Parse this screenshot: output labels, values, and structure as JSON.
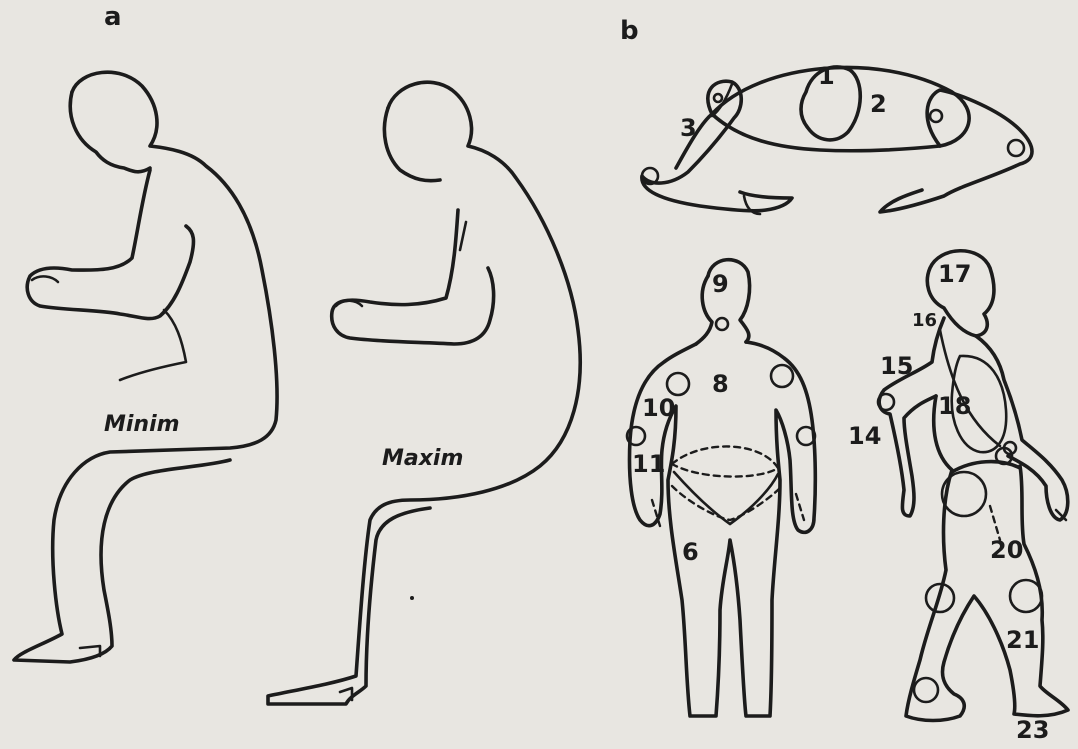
{
  "panels": {
    "a": "a",
    "b": "b"
  },
  "captions": {
    "minimum": "Minim",
    "maximum": "Maxim"
  },
  "segment_numbers": [
    "1",
    "2",
    "3",
    "6",
    "8",
    "9",
    "10",
    "11",
    "14",
    "15",
    "16",
    "17",
    "18",
    "20",
    "21",
    "23"
  ]
}
